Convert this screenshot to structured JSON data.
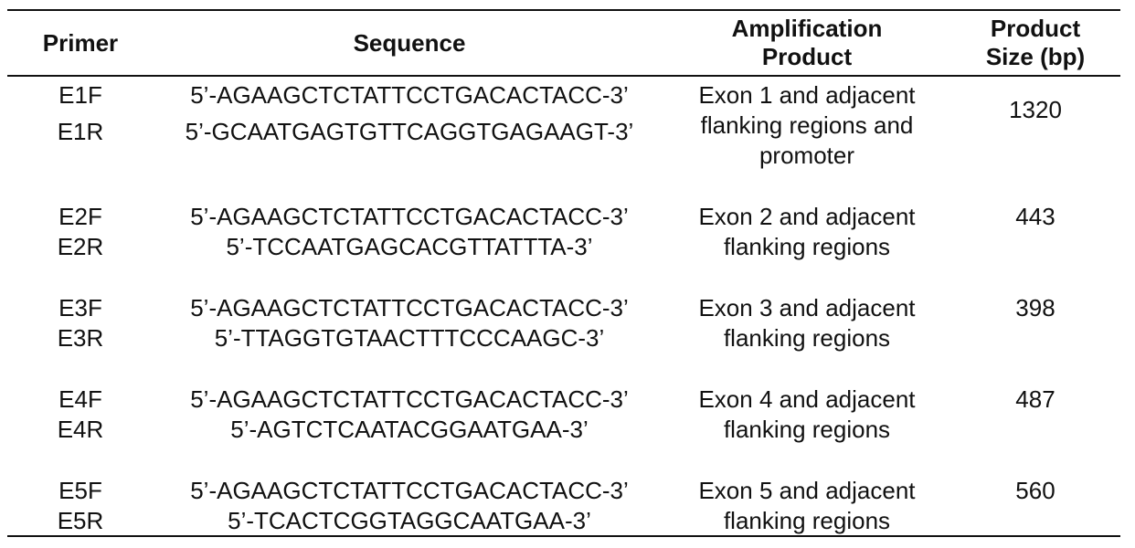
{
  "table": {
    "headers": {
      "primer": "Primer",
      "sequence": "Sequence",
      "amplification_line1": "Amplification",
      "amplification_line2": "Product",
      "size_line1": "Product",
      "size_line2": "Size (bp)"
    },
    "rows": [
      {
        "primers": [
          "E1F",
          "E1R"
        ],
        "sequences": [
          "5’-AGAAGCTCTATTCCTGACACTACC-3’",
          "5’-GCAATGAGTGTTCAGGTGAGAAGT-3’"
        ],
        "product": [
          "Exon 1 and adjacent",
          "flanking regions and",
          "promoter"
        ],
        "size": "1320"
      },
      {
        "primers": [
          "E2F",
          "E2R"
        ],
        "sequences": [
          "5’-AGAAGCTCTATTCCTGACACTACC-3’",
          "5’-TCCAATGAGCACGTTATTTA-3’"
        ],
        "product": [
          "Exon 2 and adjacent",
          "flanking regions"
        ],
        "size": "443"
      },
      {
        "primers": [
          "E3F",
          "E3R"
        ],
        "sequences": [
          "5’-AGAAGCTCTATTCCTGACACTACC-3’",
          "5’-TTAGGTGTAACTTTCCCAAGC-3’"
        ],
        "product": [
          "Exon 3 and adjacent",
          "flanking regions"
        ],
        "size": "398"
      },
      {
        "primers": [
          "E4F",
          "E4R"
        ],
        "sequences": [
          "5’-AGAAGCTCTATTCCTGACACTACC-3’",
          "5’-AGTCTCAATACGGAATGAA-3’"
        ],
        "product": [
          "Exon 4 and adjacent",
          "flanking regions"
        ],
        "size": "487"
      },
      {
        "primers": [
          "E5F",
          "E5R"
        ],
        "sequences": [
          "5’-AGAAGCTCTATTCCTGACACTACC-3’",
          "5’-TCACTCGGTAGGCAATGAA-3’"
        ],
        "product": [
          "Exon 5 and adjacent",
          "flanking regions"
        ],
        "size": "560"
      }
    ]
  }
}
